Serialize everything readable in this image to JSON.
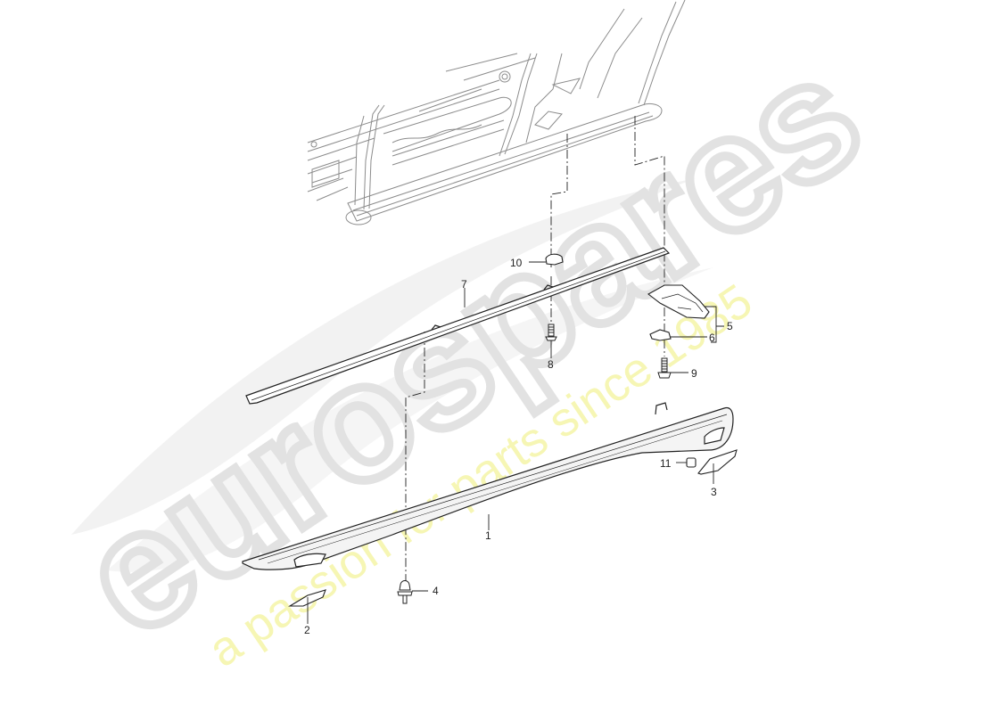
{
  "diagram": {
    "type": "exploded parts diagram",
    "subject": "side sill / rocker panel cover assembly",
    "callouts": [
      {
        "id": "callout-1",
        "number": "1",
        "part": "side sill cover"
      },
      {
        "id": "callout-2",
        "number": "2",
        "part": "front end trim insert"
      },
      {
        "id": "callout-3",
        "number": "3",
        "part": "rear end trim insert"
      },
      {
        "id": "callout-4",
        "number": "4",
        "part": "clip fastener"
      },
      {
        "id": "callout-5",
        "number": "5",
        "part": "bracket assembly (5 = bracket + nut 6)"
      },
      {
        "id": "callout-6",
        "number": "6",
        "part": "clip nut"
      },
      {
        "id": "callout-7",
        "number": "7",
        "part": "sill trim strip"
      },
      {
        "id": "callout-8",
        "number": "8",
        "part": "screw"
      },
      {
        "id": "callout-9",
        "number": "9",
        "part": "screw"
      },
      {
        "id": "callout-10",
        "number": "10",
        "part": "retaining clip"
      },
      {
        "id": "callout-11",
        "number": "11",
        "part": "clip"
      }
    ]
  },
  "watermark": {
    "brand": "eurospares",
    "tagline": "a passion for parts since 1985",
    "brand_color": "#e8e8e8",
    "tagline_color": "#f5f5b0"
  },
  "colors": {
    "line": "#222222",
    "body_line": "#9a9a9a",
    "background": "#ffffff"
  }
}
